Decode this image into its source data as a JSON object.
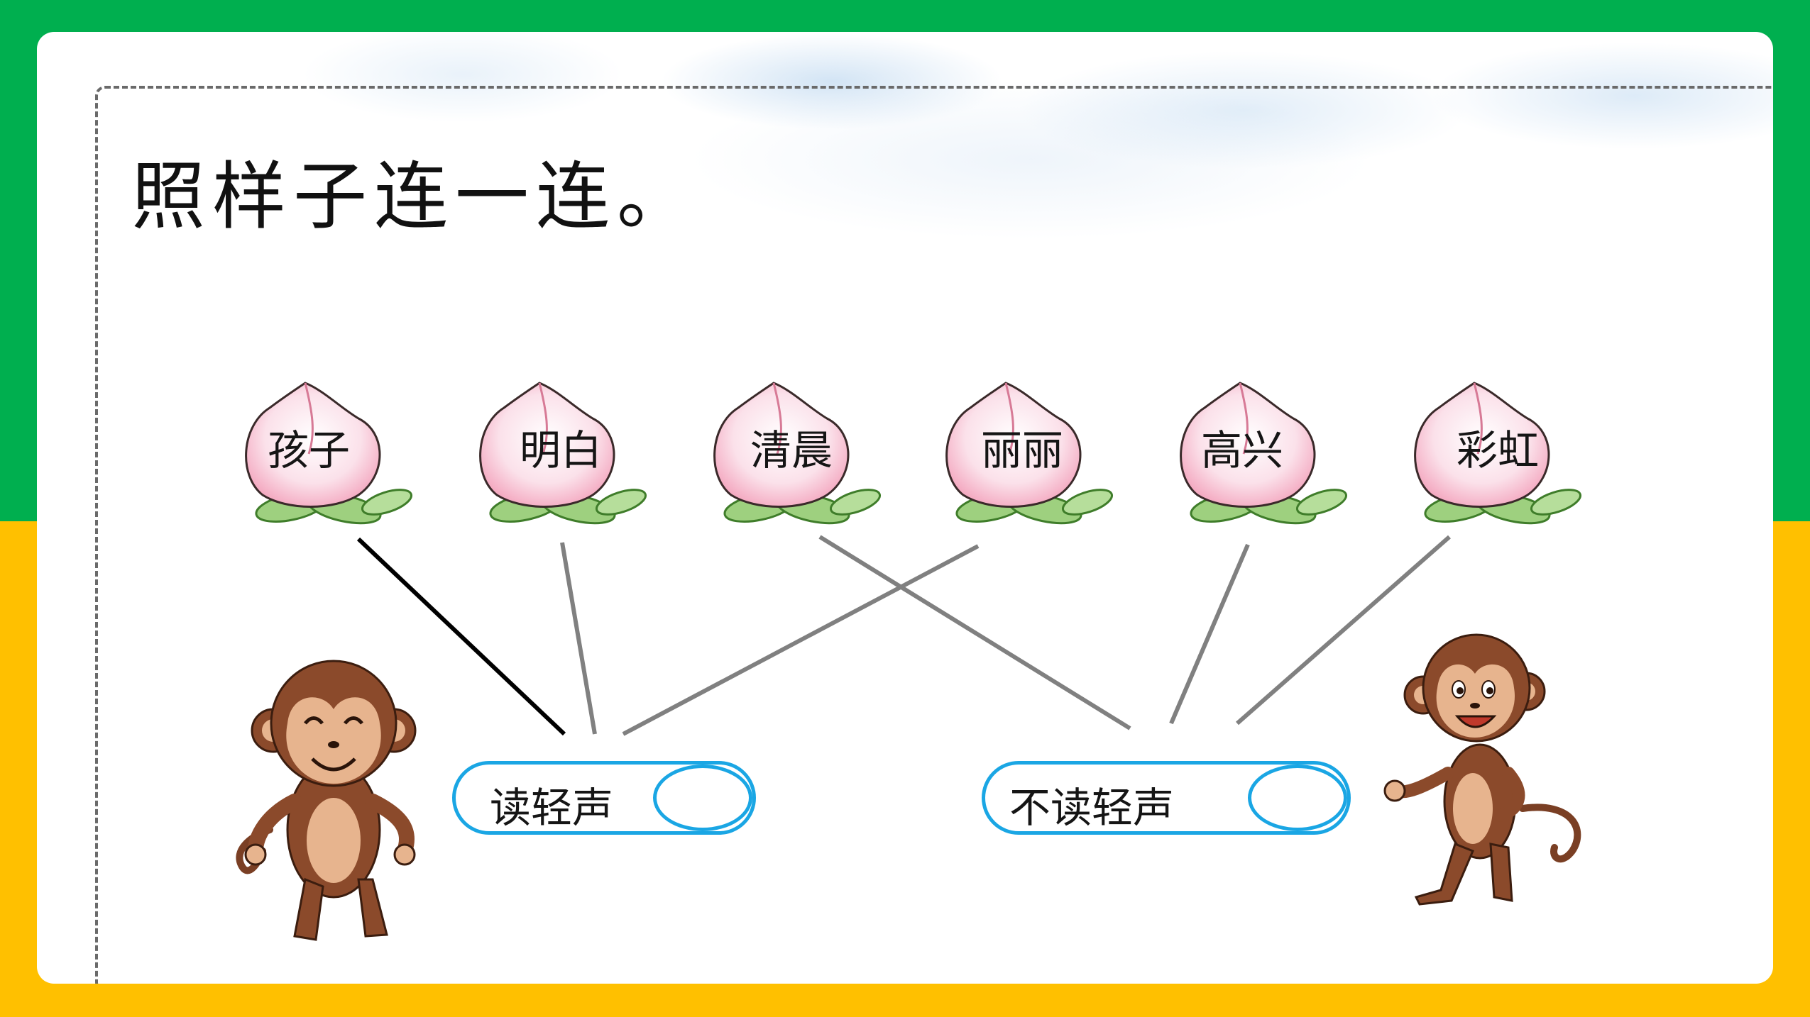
{
  "instruction": "照样子连一连。",
  "words": [
    "孩子",
    "明白",
    "清晨",
    "丽丽",
    "高兴",
    "彩虹"
  ],
  "targets": {
    "light_tone": "读轻声",
    "no_light_tone": "不读轻声"
  },
  "colors": {
    "top_band": "#00af4f",
    "bottom_band": "#ffc000",
    "pill_border": "#1aa6e4",
    "example_line": "#000000",
    "answer_line": "#808080",
    "peach_pink": "#f7b3c6",
    "leaf_green": "#8cc96f",
    "monkey_brown": "#8b4a2b"
  }
}
